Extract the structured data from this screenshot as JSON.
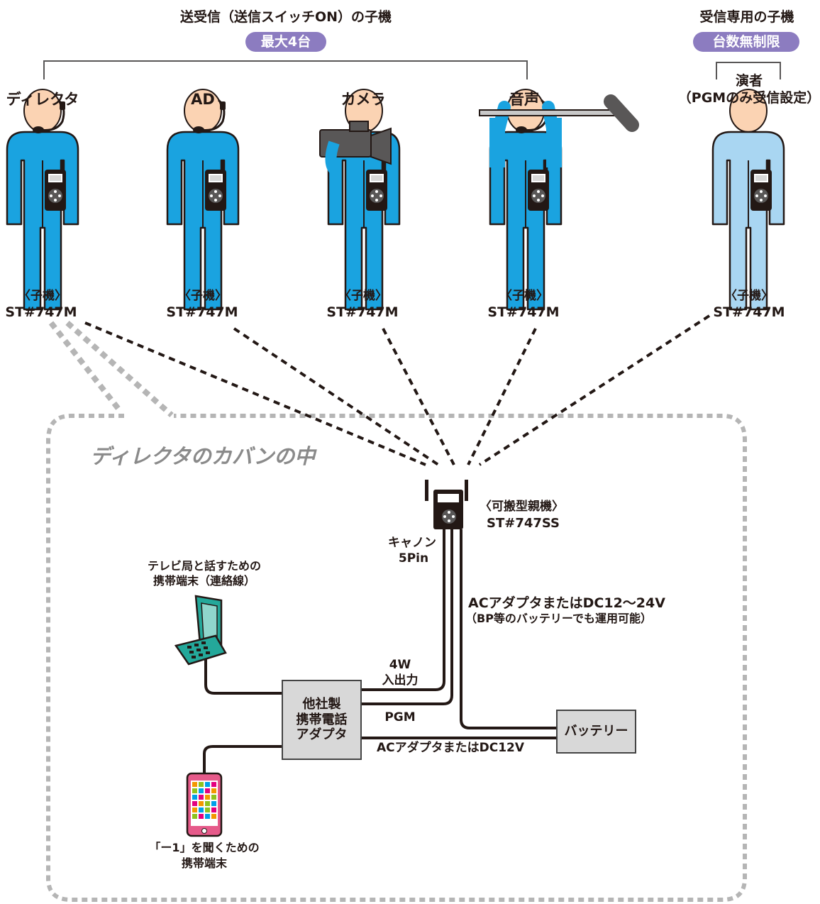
{
  "header": {
    "group_left_title": "送受信（送信スイッチON）の子機",
    "group_left_badge": "最大4台",
    "group_right_title": "受信専用の子機",
    "group_right_badge": "台数無制限"
  },
  "persons": [
    {
      "role": "ディレクタ",
      "label_line1": "〈子機〉",
      "label_line2": "ST#747M"
    },
    {
      "role": "AD",
      "label_line1": "〈子機〉",
      "label_line2": "ST#747M"
    },
    {
      "role": "カメラ",
      "label_line1": "〈子機〉",
      "label_line2": "ST#747M"
    },
    {
      "role": "音声",
      "label_line1": "〈子機〉",
      "label_line2": "ST#747M"
    },
    {
      "role_line1": "演者",
      "role_line2": "（PGMのみ受信設定）",
      "label_line1": "〈子機〉",
      "label_line2": "ST#747M"
    }
  ],
  "bag": {
    "title": "ディレクタのカバンの中",
    "base_unit_line1": "〈可搬型親機〉",
    "base_unit_line2": "ST#747SS",
    "canon_line1": "キャノン",
    "canon_line2": "5Pin",
    "power_line1": "ACアダプタまたはDC12〜24V",
    "power_line2": "（BP等のバッテリーでも運用可能）",
    "phone_label_line1": "テレビ局と話すための",
    "phone_label_line2": "携帯端末（連絡線）",
    "adapter_line1": "他社製",
    "adapter_line2": "携帯電話",
    "adapter_line3": "アダプタ",
    "io_line1": "4W",
    "io_line2": "入出力",
    "pgm_label": "PGM",
    "adapter_power": "ACアダプタまたはDC12V",
    "battery_label": "バッテリー",
    "smartphone_label_line1": "「ー1」を聞くための",
    "smartphone_label_line2": "携帯端末"
  },
  "colors": {
    "suit_blue": "#1aa3e0",
    "suit_light": "#a9d6f2",
    "skin": "#fbd3b3",
    "badge_purple": "#8c7cc0",
    "dark": "#231815",
    "bag_border": "#b5b5b5",
    "phone_green": "#24a89a",
    "smartphone_pink": "#e65a8a"
  },
  "icons": [
    "headset-icon",
    "walkie-talkie-icon",
    "video-camera-icon",
    "boom-microphone-icon",
    "base-station-icon",
    "flip-phone-icon",
    "smartphone-icon"
  ]
}
